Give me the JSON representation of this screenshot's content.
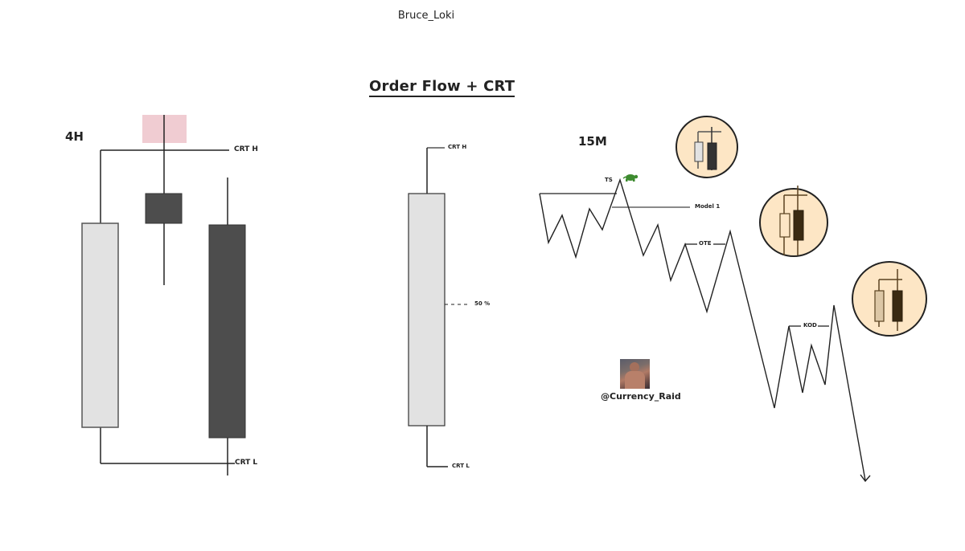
{
  "header": {
    "author": "Bruce_Loki",
    "title": "Order Flow + CRT"
  },
  "panel_4h": {
    "timeframe": "4H",
    "crt_high_label": "CRT H",
    "crt_low_label": "CRT L",
    "candles": [
      {
        "role": "range candle",
        "color": "#e2e2e2",
        "type": "bullish"
      },
      {
        "role": "sweep candle",
        "color": "#4d4d4d",
        "type": "bearish",
        "highlight_color": "#f0ccd2"
      },
      {
        "role": "distribution candle",
        "color": "#4d4d4d",
        "type": "bearish"
      }
    ]
  },
  "panel_crt": {
    "crt_high_label": "CRT H",
    "crt_low_label": "CRT L",
    "midpoint_label": "50 %",
    "candle_color": "#e2e2e2"
  },
  "panel_15m": {
    "timeframe": "15M",
    "labels": {
      "ts": "TS",
      "model": "Model 1",
      "ote": "OTE",
      "kod": "KOD"
    },
    "icons": [
      {
        "name": "turtle-soup-icon",
        "color": "#3d8b2f"
      },
      {
        "name": "candle-pair-icon-1",
        "bg": "#fde6c5"
      },
      {
        "name": "candle-pair-icon-2",
        "bg": "#fde6c5"
      },
      {
        "name": "candle-pair-icon-3",
        "bg": "#fde6c5"
      }
    ]
  },
  "watermark": {
    "handle": "@Currency_Raid"
  },
  "colors": {
    "line": "#222222",
    "light_candle": "#e2e2e2",
    "dark_candle": "#4d4d4d",
    "highlight": "#f0ccd2",
    "icon_bg": "#fde6c5",
    "icon_dark": "#3a2a12",
    "icon_light": "#dcc7a6",
    "turtle": "#3d8b2f"
  }
}
